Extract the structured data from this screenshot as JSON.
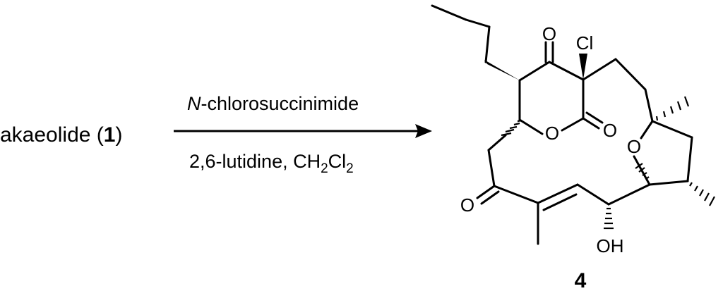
{
  "reaction": {
    "reactant": {
      "name": "akaeolide (",
      "number": "1",
      "close": ")"
    },
    "reagent": {
      "prefix": "N",
      "name": "-chlorosuccinimide"
    },
    "conditions": {
      "part1": "2,6-lutidine, CH",
      "sub1": "2",
      "part2": "Cl",
      "sub2": "2"
    },
    "product": {
      "number": "4",
      "atoms": {
        "ketone_o": "O",
        "chlorine": "Cl",
        "lactone_carbonyl_o": "O",
        "ring_o": "O",
        "ether_o": "O",
        "enone_o": "O",
        "hydroxyl": "OH"
      }
    }
  },
  "colors": {
    "ink": "#000000",
    "background": "#ffffff"
  }
}
